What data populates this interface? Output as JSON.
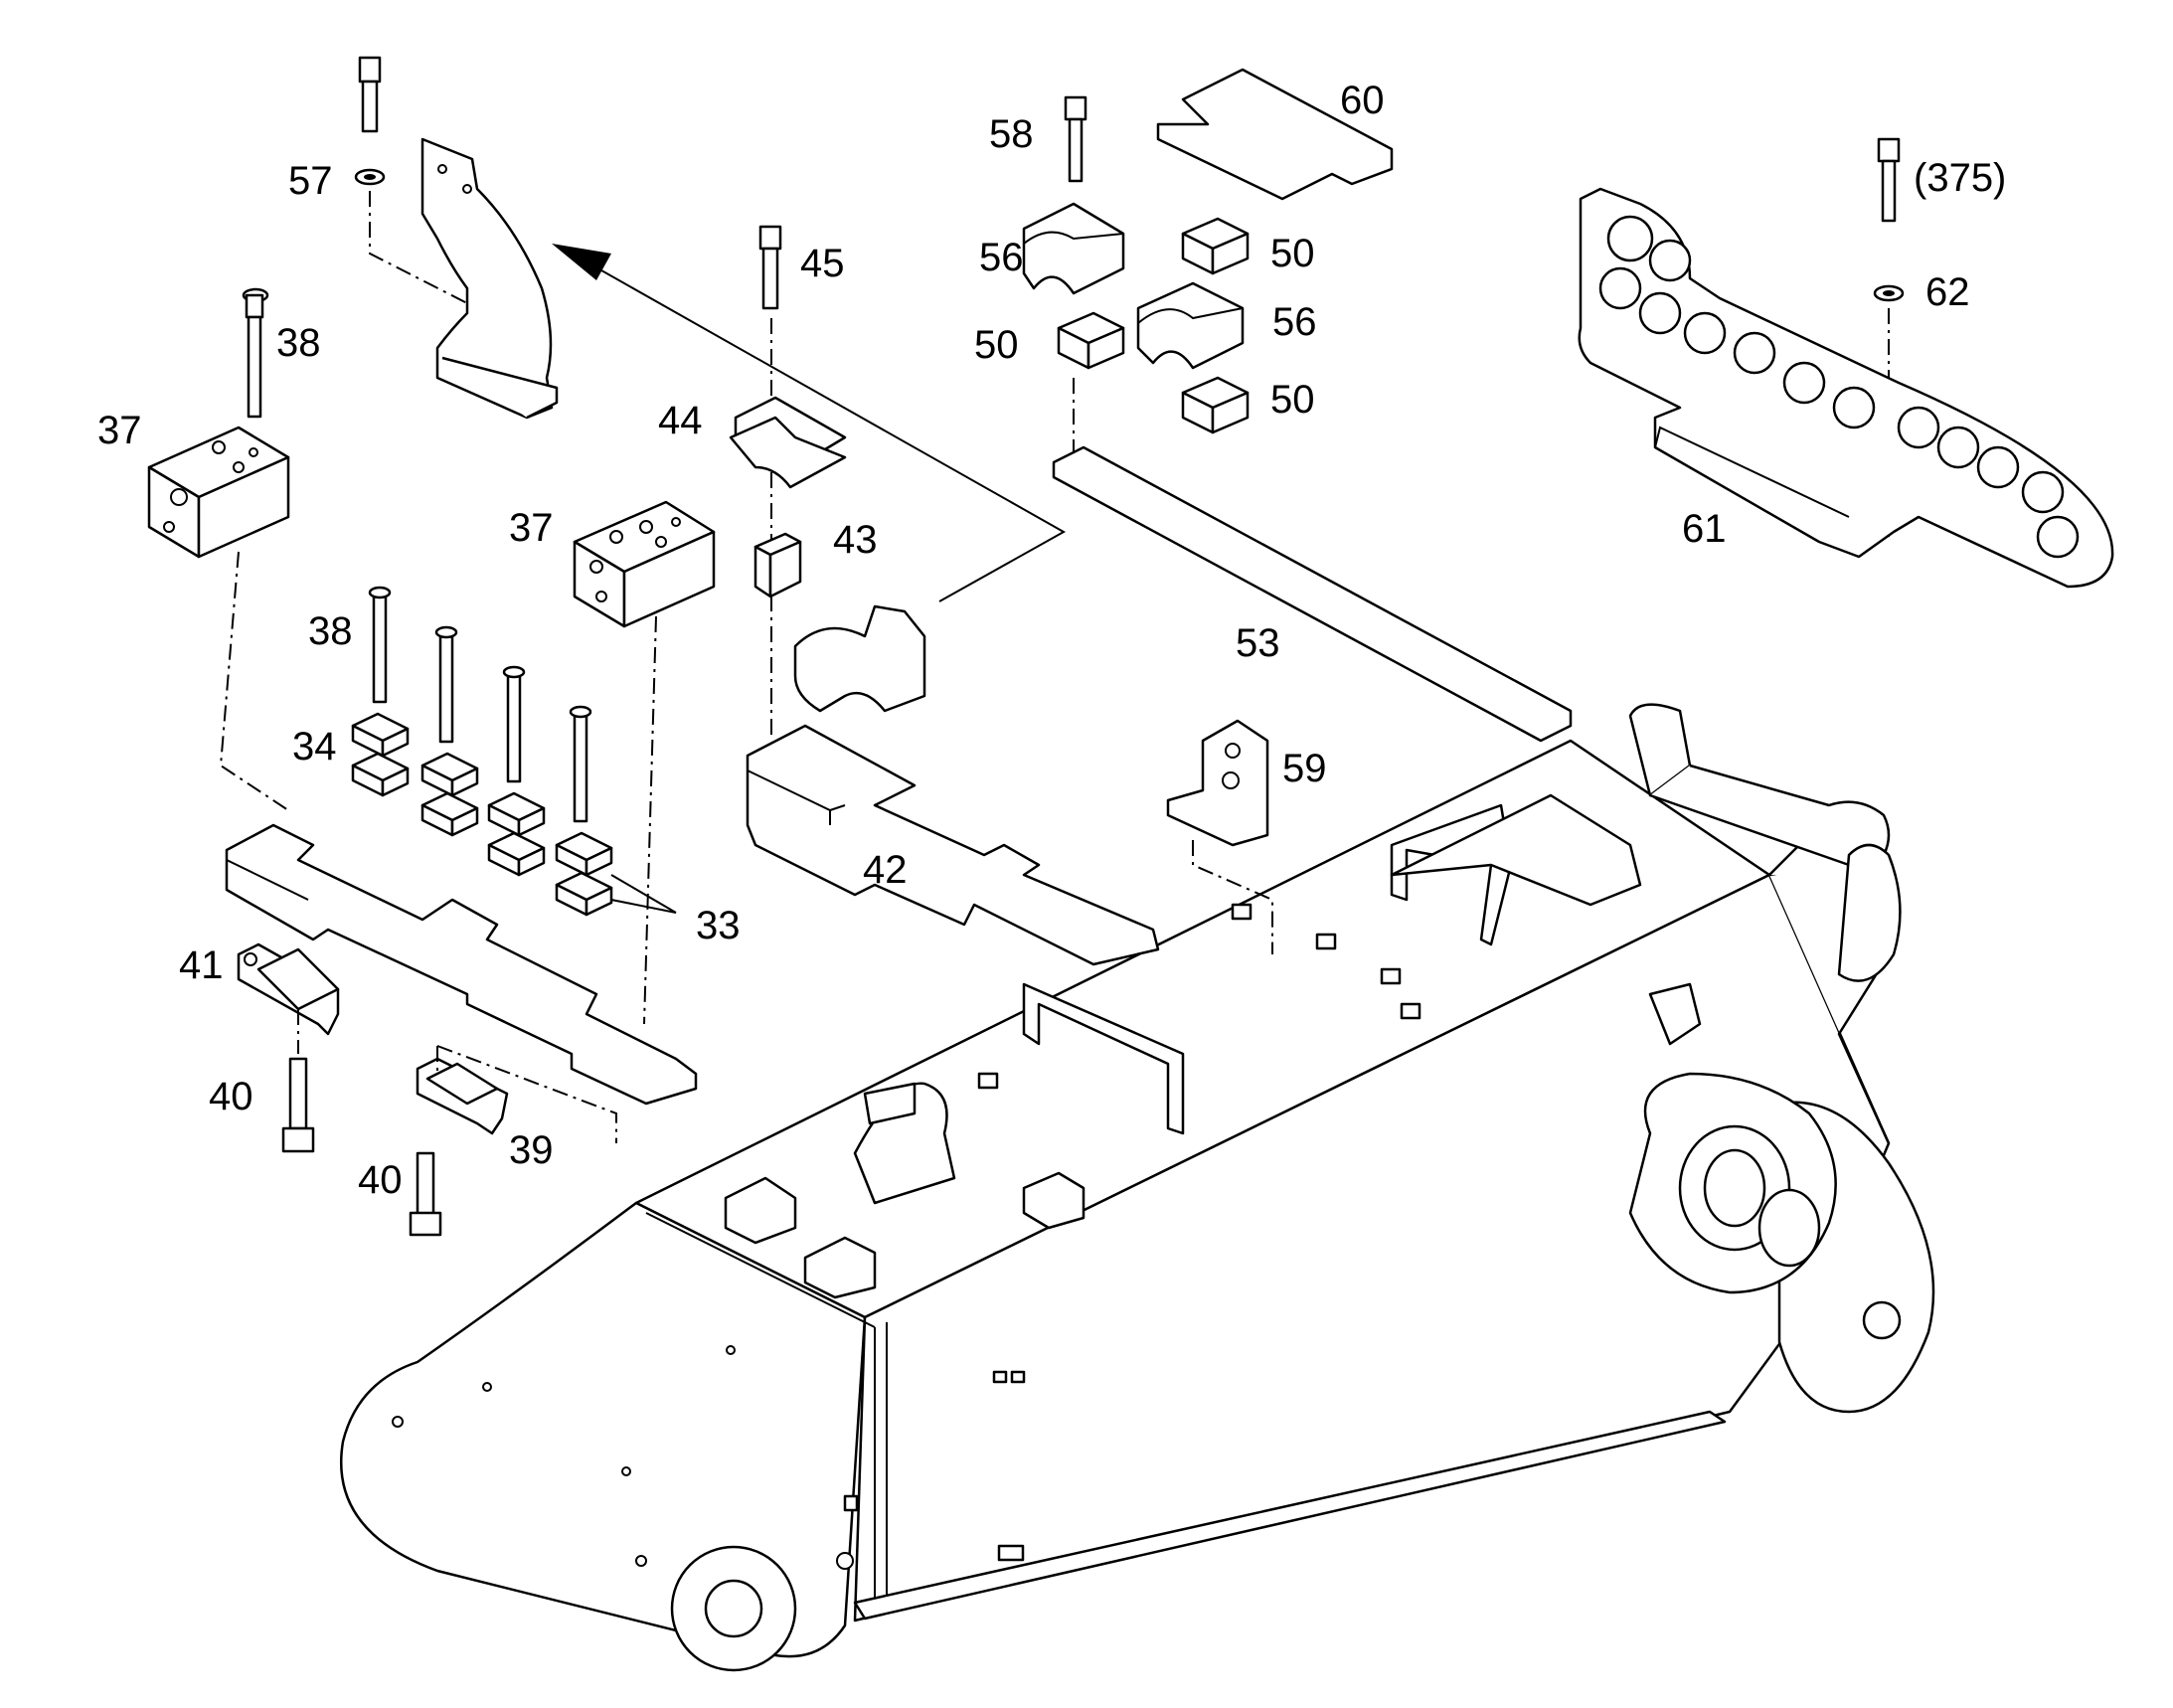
{
  "labels": {
    "l57": "57",
    "l38a": "38",
    "l37a": "37",
    "l45": "45",
    "l44": "44",
    "l43": "43",
    "l37b": "37",
    "l38b": "38",
    "l34": "34",
    "l33": "33",
    "l41": "41",
    "l40a": "40",
    "l40b": "40",
    "l39": "39",
    "l42": "42",
    "l58": "58",
    "l56a": "56",
    "l56b": "56",
    "l50a": "50",
    "l50b": "50",
    "l50c": "50",
    "l60": "60",
    "l53": "53",
    "l59": "59",
    "l375": "(375)",
    "l62": "62",
    "l61": "61"
  }
}
